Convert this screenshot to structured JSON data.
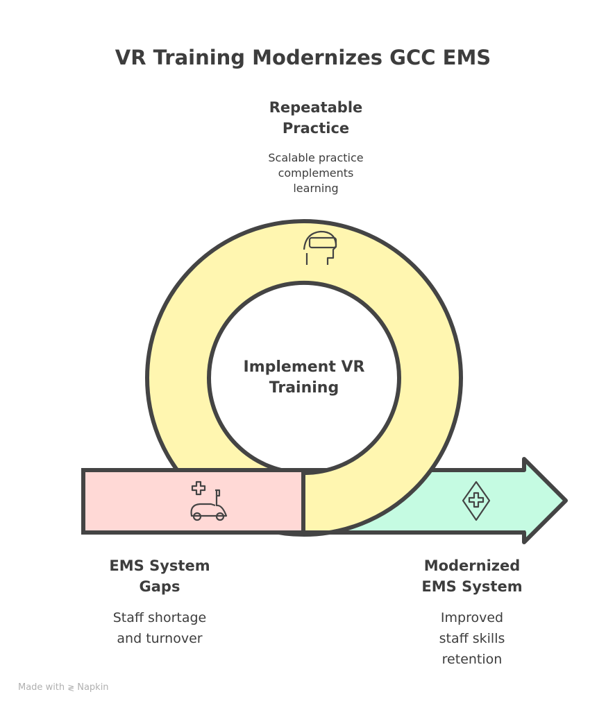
{
  "title": "VR Training Modernizes GCC EMS",
  "top": {
    "heading_line1": "Repeatable",
    "heading_line2": "Practice",
    "desc_line1": "Scalable practice",
    "desc_line2": "complements",
    "desc_line3": "learning",
    "icon": "vr-headset-icon"
  },
  "center": {
    "line1": "Implement VR",
    "line2": "Training"
  },
  "left": {
    "heading_line1": "EMS System",
    "heading_line2": "Gaps",
    "desc_line1": "Staff shortage",
    "desc_line2": "and turnover",
    "icon": "ambulance-icon"
  },
  "right": {
    "heading_line1": "Modernized",
    "heading_line2": "EMS System",
    "desc_line1": "Improved",
    "desc_line2": "staff skills",
    "desc_line3": "retention",
    "icon": "medical-diamond-icon"
  },
  "colors": {
    "yellow": "#fff6b0",
    "red": "#ffd9d6",
    "green": "#c5fbe2",
    "stroke": "#444444"
  },
  "footer": {
    "made_with": "Made with",
    "brand": "Napkin"
  }
}
